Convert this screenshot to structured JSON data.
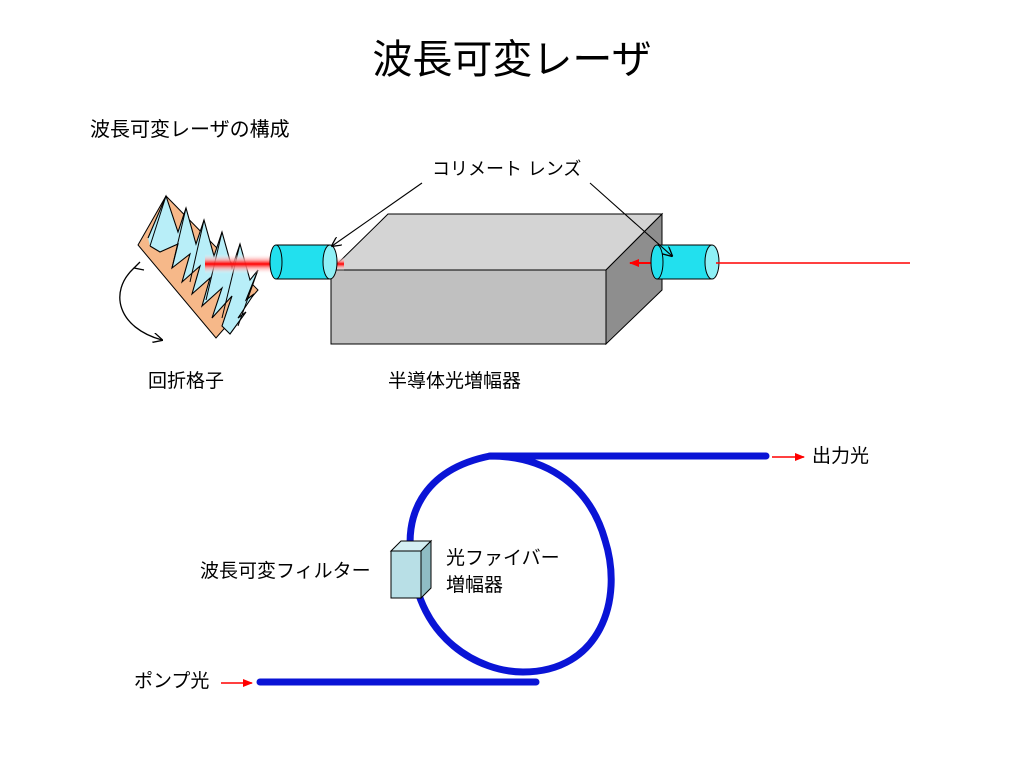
{
  "slide": {
    "title": "波長可変レーザ",
    "subtitle": "波長可変レーザの構成"
  },
  "top_diagram": {
    "lens_label": "コリメート レンズ",
    "grating_label": "回折格子",
    "amplifier_label": "半導体光増幅器"
  },
  "bottom_diagram": {
    "output_label": "出力光",
    "filter_label": "波長可変フィルター",
    "fiber_amp_label_line1": "光ファイバー",
    "fiber_amp_label_line2": "増幅器",
    "pump_label": "ポンプ光"
  },
  "colors": {
    "beam": "#ff0000",
    "fiber": "#0a14d6",
    "lens": "#22e0ee",
    "grating_fill": "#b8eef8",
    "grating_base": "#f6b889",
    "box_front": "#c0c0c0",
    "box_top": "#d4d4d4",
    "box_side": "#8e8e8e",
    "filter": "#b8dfe6"
  }
}
